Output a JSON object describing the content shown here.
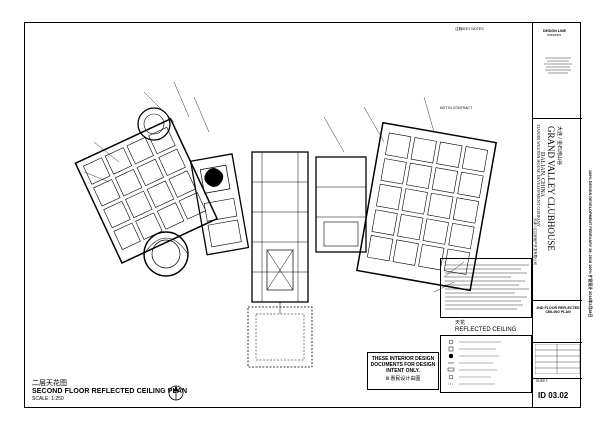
{
  "drawing": {
    "title_zh": "二层天花图",
    "title_en": "SECOND FLOOR REFLECTED CEILING PLAN",
    "scale": "SCALE: 1:250"
  },
  "legend": {
    "key_notes_title": "注释/KEY NOTES",
    "title_zh": "天花",
    "title_en": "REFLECTED CEILING",
    "items": [
      "",
      "",
      "",
      "",
      "",
      "",
      ""
    ]
  },
  "disclaimer": {
    "en": "THESE INTERIOR DESIGN DOCUMENTS FOR DESIGN INTENT ONLY.",
    "zh": "Ⅲ 惠民设计由图"
  },
  "title_block": {
    "firm": "DESIGN LINE",
    "firm_sub": "INTERIORS",
    "project_zh": "大连 / 金石滩山谷",
    "project_en": "GRAND VALLEY CLUBHOUSE",
    "project_location": "DALIAN, CHINA",
    "client": "TIANJIN WESTON HOUSE DEVELOPMENT COMPANY",
    "client_zh": "天津 / 亿达房地产开发有限公司",
    "sheet_title": "2ND FLOOR REFLECTED CEILING PLAN",
    "sheet_label": "SHEET:",
    "sheet_number": "ID 03.02",
    "issue_note": "100% DESIGN DEVELOPMENT FEBRUARY 28, 2018 100% 扩初设计 2018年2月28日"
  },
  "annotation": {
    "not_in_contract": "NOT IN CONTRACT"
  }
}
